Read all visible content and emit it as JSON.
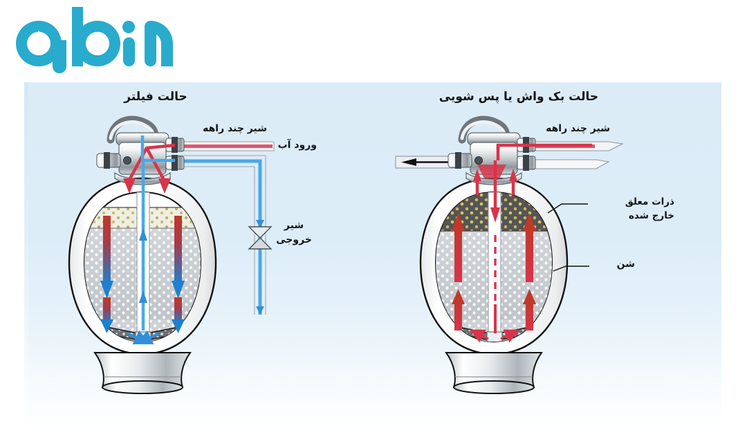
{
  "brand": {
    "name": "abin",
    "logo_color": "#29abcd",
    "icon": "water-drop-icon"
  },
  "panel": {
    "background_top": "#dcecf7",
    "background_bottom": "#ffffff"
  },
  "diagrams": [
    {
      "id": "filter-mode",
      "title": "حالت فیلتر",
      "labels": {
        "multiport_valve": "شیر چند راهه",
        "water_inlet": "ورود آب",
        "outlet_valve": "شیر\nخروجی"
      },
      "flow_colors": {
        "dirty_water": "#d8344a",
        "clean_water": "#1f7fd0"
      }
    },
    {
      "id": "backwash-mode",
      "title": "حالت بک واش یا پس شویی",
      "labels": {
        "multiport_valve": "شیر چند راهه",
        "suspended_particles": "ذرات معلق\nخارج شده",
        "sand": "شن"
      },
      "flow_colors": {
        "backwash_water": "#d8344a",
        "waste_out": "#1a1a1a"
      }
    }
  ],
  "colors": {
    "tank_body": "#fdfdfd",
    "tank_outline": "#1a1a1a",
    "sand_layer": "#c9cdd2",
    "dirt_layer_clean": "#efeee3",
    "dirt_layer_dirty": "#5a5a5a",
    "dirt_particle": "#b0a24a",
    "metal_light": "#f2f4f5",
    "metal_dark": "#8d959b",
    "pipe_red": "#e0566b",
    "pipe_blue": "#4aa8e8"
  }
}
